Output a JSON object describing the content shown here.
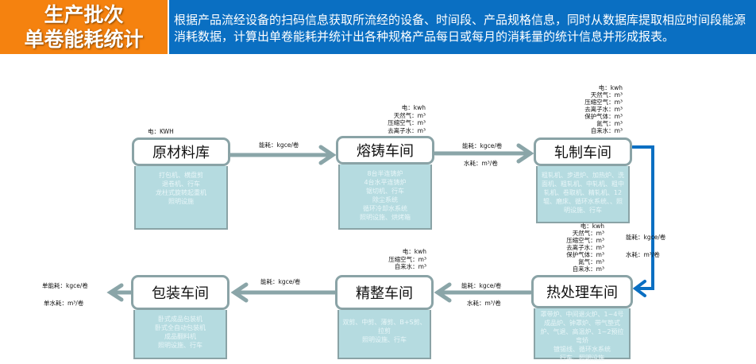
{
  "header": {
    "title_line1": "生产批次",
    "title_line2": "单卷能耗统计",
    "description": "根据产品流经设备的扫码信息获取所流经的设备、时间段、产品规格信息，同时从数据库提取相应时间段能源消耗数据，计算出单卷能耗并统计出各种规格产品每日或每月的消耗量的统计信息并形成报表。"
  },
  "nodes": [
    {
      "title": "原材料库",
      "equipment": "打包机、横盘剪\n退卷机、行车\n龙柱式旋转起重机\n照明设施",
      "energy": [
        "电：KWH"
      ]
    },
    {
      "title": "熔铸车间",
      "equipment": "8台半连铸炉\n4台水平连铸炉\n锯切机、行车\n除尘系统\n循环冷却水系统\n照明设施、烘烤箱",
      "energy": [
        "电：kwh",
        "天然气：m³",
        "压缩空气：m³",
        "去离子水：m³"
      ]
    },
    {
      "title": "轧制车间",
      "equipment": "粗轧机、步进炉、加热炉、洗面机、粗轧机、中轧机、粗中轧机、卷取机、精轧机、12辊、磨床、循环水系统、、照明设施、行车",
      "energy": [
        "电：kwh",
        "天然气：m³",
        "压缩空气：m³",
        "去离子水：m³",
        "保护气体：m³",
        "氮气：m³",
        "自来水：m³"
      ]
    },
    {
      "title": "热处理车间",
      "equipment": "罩带炉、中间退火炉、1~4号成品炉、钟罩炉、带气垫式炉、气退、高温炉、1~2预拉弯矫\n镀锡线、循环水系统\n行车、照明设施",
      "energy": [
        "电：kwh",
        "天然气：m³",
        "压缩空气：m³",
        "去离子水：m³",
        "保护气体：m³",
        "氮气：m³",
        "自来水：m³"
      ]
    },
    {
      "title": "精整车间",
      "equipment": "双剪、中剪、薄剪、B+S剪、拉剪\n照明设施、行车",
      "energy": [
        "电：kwh",
        "压缩空气：m³",
        "自来水：m³"
      ]
    },
    {
      "title": "包装车间",
      "equipment": "卧式成品包装机\n卧式全自动包装机\n成品翻料机\n照明设施、行车",
      "energy": []
    }
  ],
  "links": {
    "a1": [
      "能耗：kgce/卷"
    ],
    "a2": [
      "能耗：kgce/卷",
      "水耗：m³/卷"
    ],
    "a3": [
      "能耗：kgce/卷",
      "水耗：m³/卷"
    ],
    "a4": [
      "能耗：kgce/卷",
      "水耗：m³/卷"
    ],
    "a5": [
      "能耗：kgce/卷"
    ],
    "out": [
      "单能耗：kgce/卷",
      "单水耗：m³/卷"
    ]
  },
  "colors": {
    "orange": "#f5820f",
    "blue": "#0a6fc2",
    "arrow": "#8aa5a8",
    "detail": "#b5dbe0"
  }
}
